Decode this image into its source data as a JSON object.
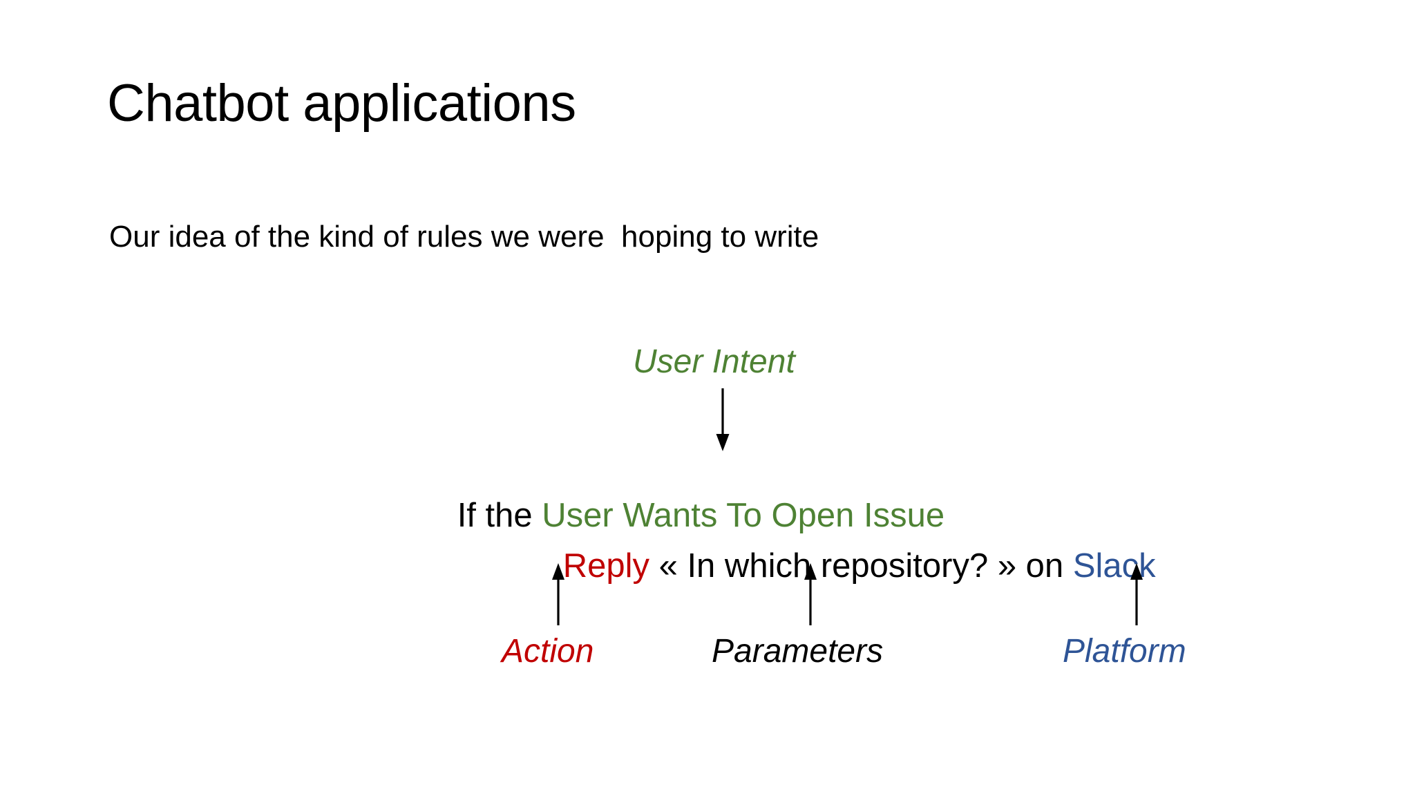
{
  "slide": {
    "background_color": "#FFFFFF",
    "title": "Chatbot applications",
    "subtitle": "Our idea of the kind of rules we were  hoping to write"
  },
  "colors": {
    "text_black": "#000000",
    "intent_green": "#4E8234",
    "action_red": "#C00000",
    "platform_blue": "#2E5496"
  },
  "diagram": {
    "annotations": {
      "user_intent": "User Intent",
      "action": "Action",
      "parameters": "Parameters",
      "platform": "Platform"
    },
    "rule": {
      "line1_prefix": "If the ",
      "line1_intent": "User Wants To Open Issue",
      "line2_action": "Reply",
      "line2_parameters": " « In which repository? » on ",
      "line2_platform": "Slack"
    },
    "arrows": [
      {
        "name": "arrow-down-user-intent",
        "direction": "down"
      },
      {
        "name": "arrow-up-action",
        "direction": "up"
      },
      {
        "name": "arrow-up-parameters",
        "direction": "up"
      },
      {
        "name": "arrow-up-platform",
        "direction": "up"
      }
    ]
  }
}
